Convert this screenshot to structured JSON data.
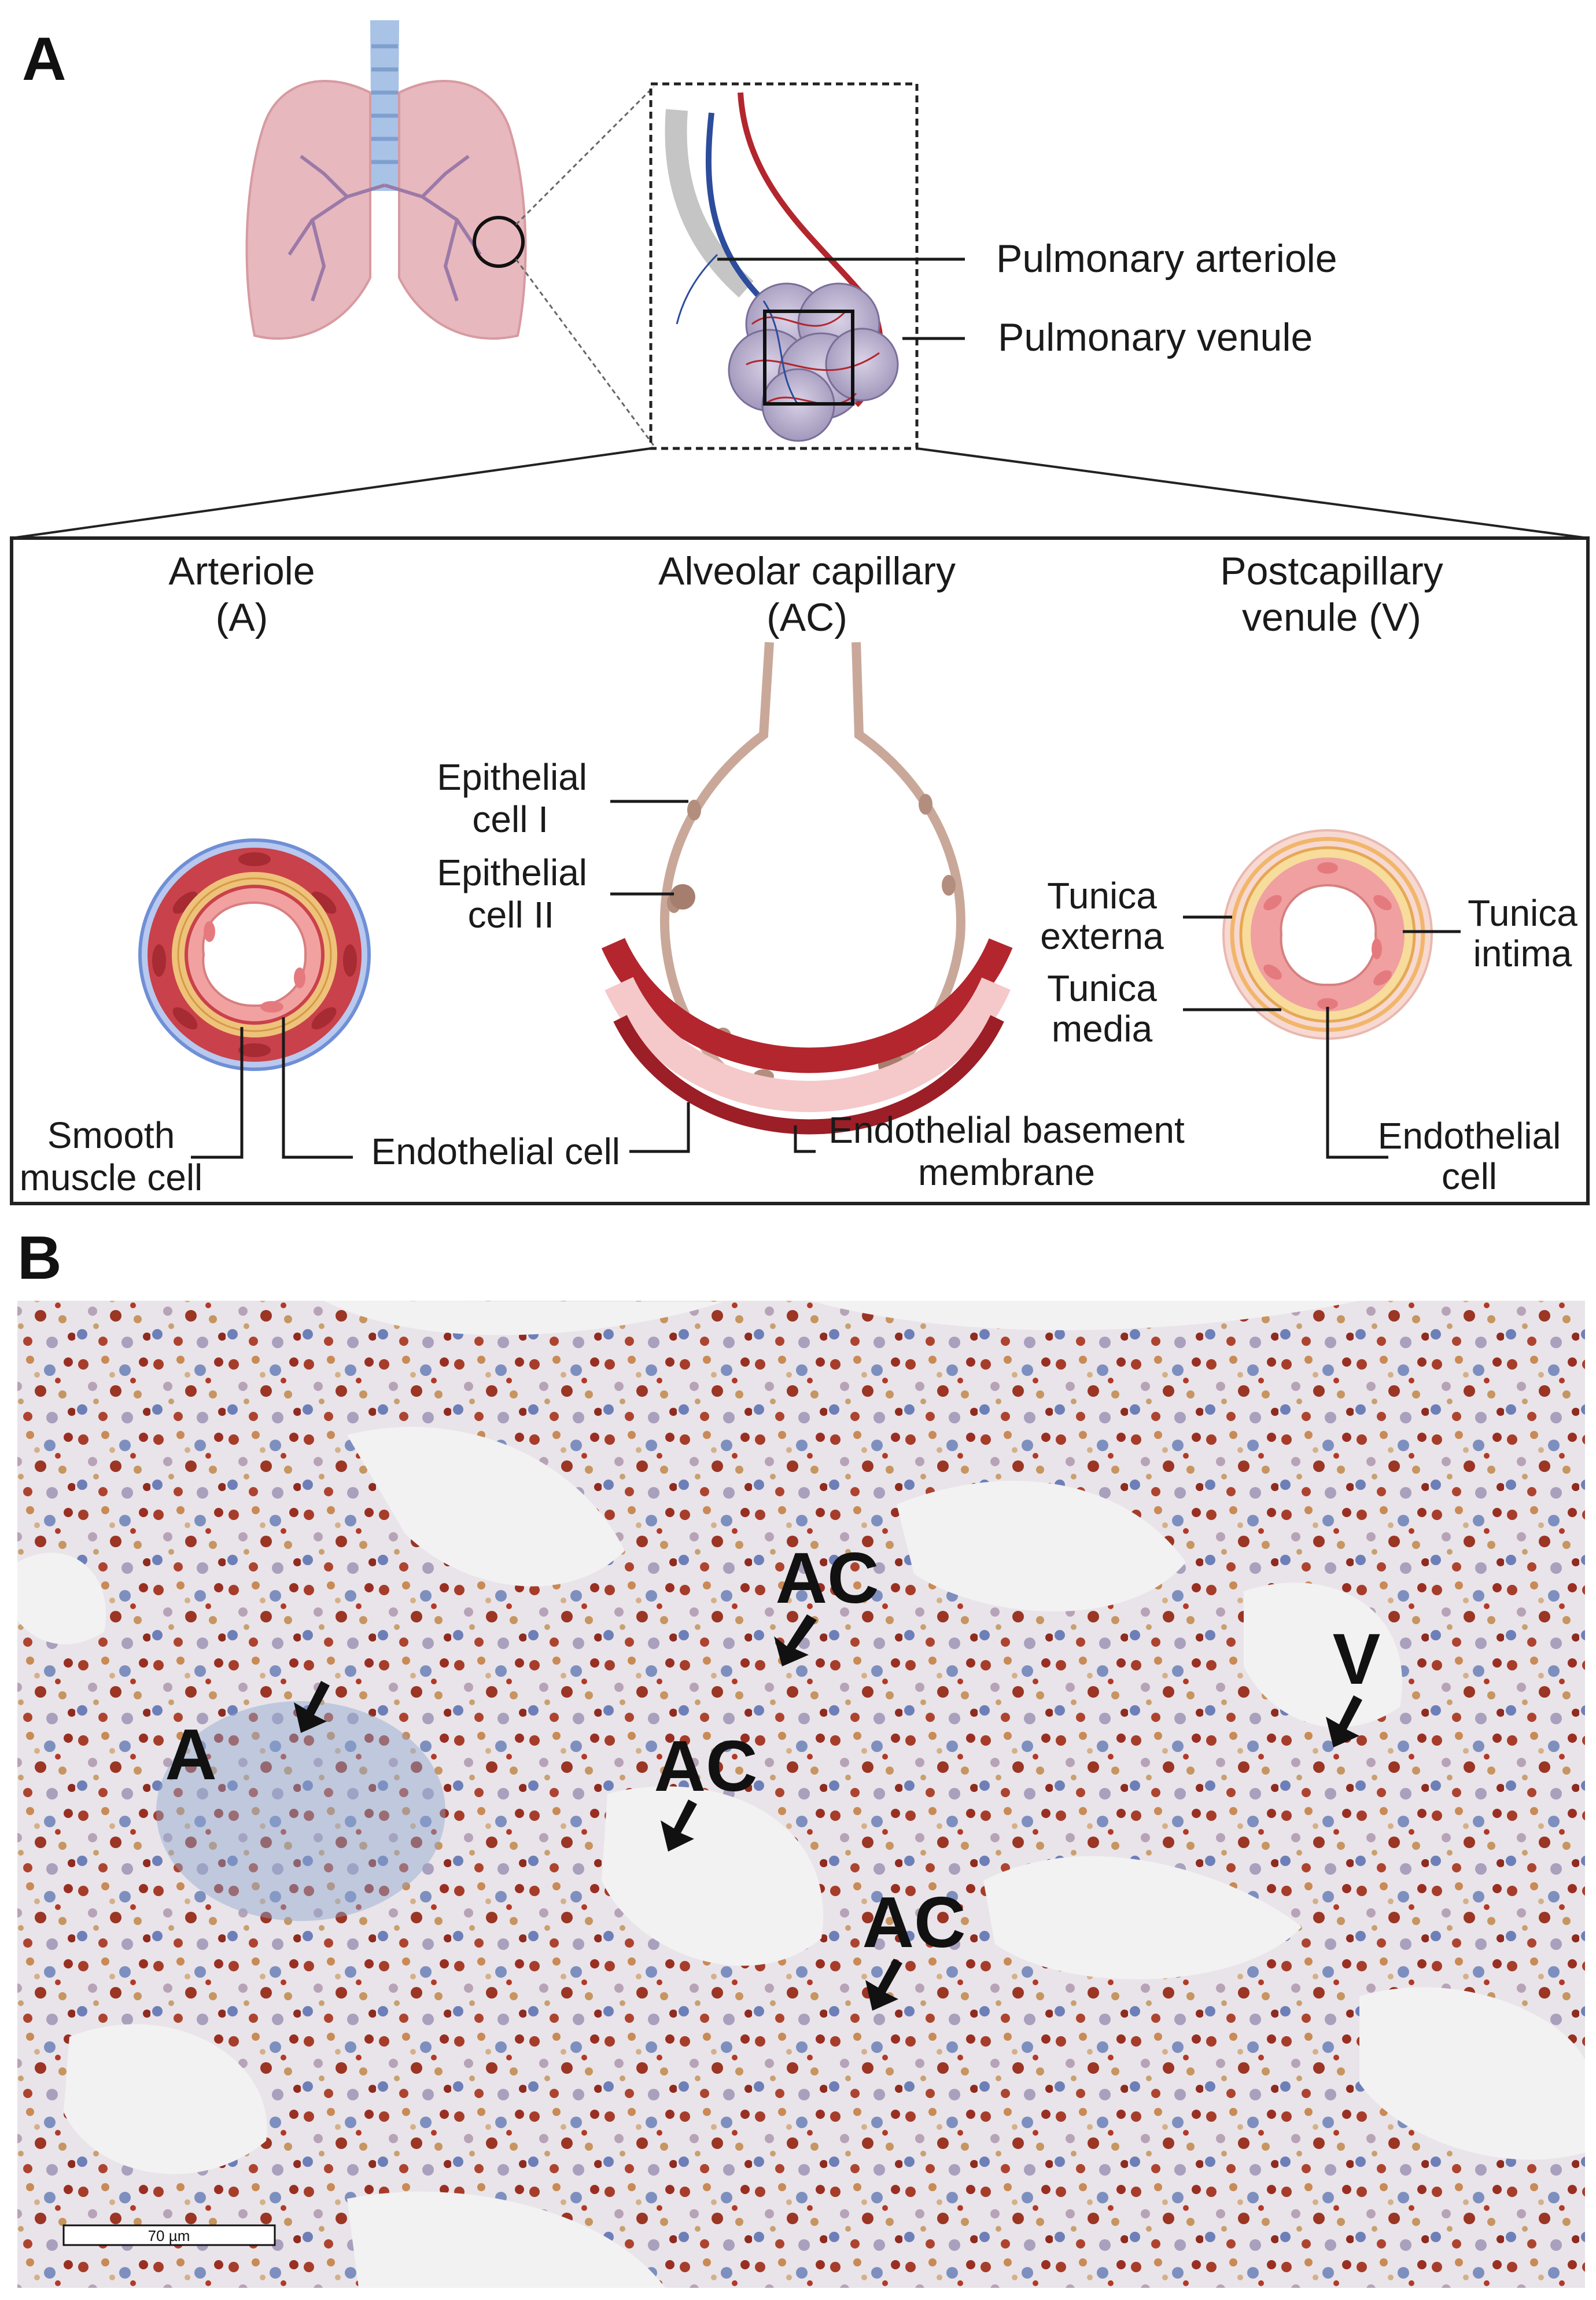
{
  "panels": {
    "a": "A",
    "b": "B"
  },
  "overview": {
    "label_arteriole": "Pulmonary arteriole",
    "label_venule": "Pulmonary venule"
  },
  "vessels": {
    "arteriole": {
      "title_line1": "Arteriole",
      "title_line2": "(A)"
    },
    "capillary": {
      "title_line1": "Alveolar capillary",
      "title_line2": "(AC)"
    },
    "venule": {
      "title_line1": "Postcapillary",
      "title_line2": "venule (V)"
    }
  },
  "callouts": {
    "smooth_muscle": [
      "Smooth",
      "muscle cell"
    ],
    "endothelial_cell": "Endothelial cell",
    "epithelial_1": [
      "Epithelial",
      "cell I"
    ],
    "epithelial_2": [
      "Epithelial",
      "cell II"
    ],
    "basement_membrane": [
      "Endothelial basement",
      "membrane"
    ],
    "tunica_externa": [
      "Tunica",
      "externa"
    ],
    "tunica_media": [
      "Tunica",
      "media"
    ],
    "tunica_intima": [
      "Tunica",
      "intima"
    ],
    "endothelial_cell_v": [
      "Endothelial",
      "cell"
    ]
  },
  "micrograph": {
    "labels": {
      "a": "A",
      "ac1": "AC",
      "ac2": "AC",
      "ac3": "AC",
      "v": "V"
    },
    "scale_bar": "70 µm"
  },
  "colors": {
    "lung": "#e7b8bd",
    "trachea": "#a9c3e6",
    "artery_blue": "#2c4c9c",
    "vein_red": "#b3262e",
    "vessel_wall": "#c9414a",
    "tunica_yellow": "#eec27a",
    "tissue_bg": "#e7e3e8"
  }
}
